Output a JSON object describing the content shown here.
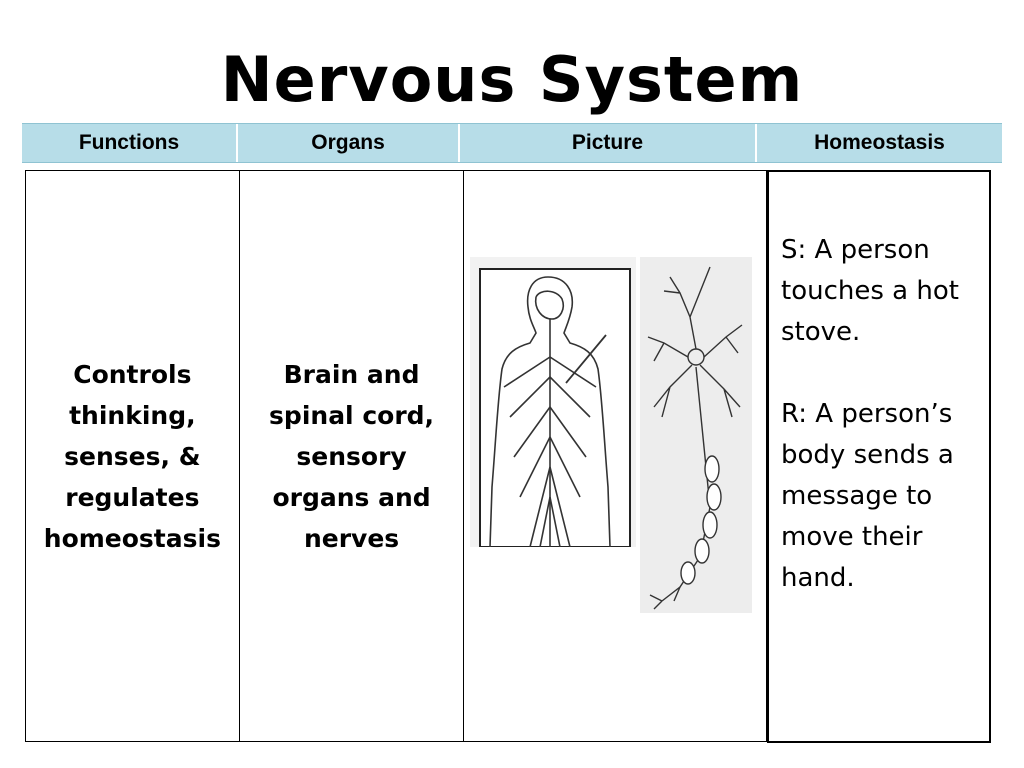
{
  "title": "Nervous System",
  "headers": [
    "Functions",
    "Organs",
    "Picture",
    "Homeostasis"
  ],
  "functions_text": "Controls thinking, senses, & regulates homeostasis",
  "organs_text": "Brain and spinal cord, sensory organs and nerves",
  "homeostasis": {
    "stimulus": "S: A person touches a hot stove.",
    "response": "R: A person’s body sends a message to move their hand."
  }
}
